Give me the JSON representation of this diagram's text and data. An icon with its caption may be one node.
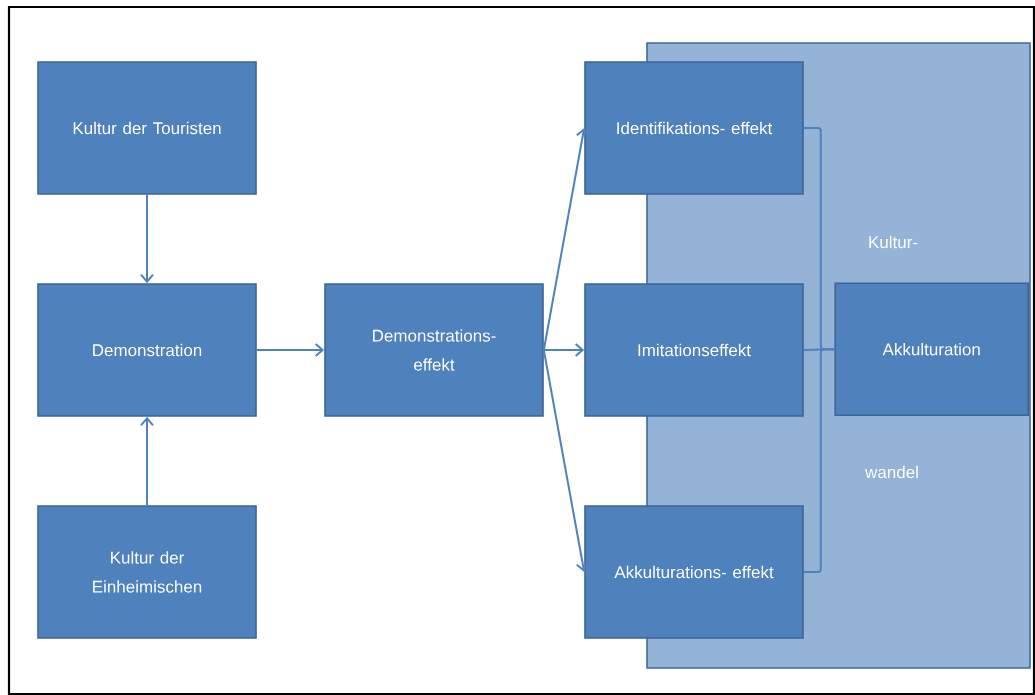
{
  "diagram": {
    "nodes": [
      {
        "text": [
          "Kultur der Touristen"
        ]
      },
      {
        "text": [
          "Demonstration"
        ]
      },
      {
        "text": [
          "Kultur der Einheimischen"
        ]
      },
      {
        "text": [
          "Demonstrations- effekt"
        ]
      },
      {
        "text": [
          "Kultur-",
          "wandel"
        ]
      },
      {
        "text": [
          "Identifikations- effekt"
        ]
      },
      {
        "text": [
          "Imitationseffekt"
        ]
      },
      {
        "text": [
          "Akkulturations- effekt"
        ]
      },
      {
        "text": [
          "Akkulturation"
        ],
        "in": 4
      }
    ],
    "edges": [
      {
        "from": 0,
        "to": 1,
        "arrow": "to"
      },
      {
        "from": 2,
        "to": 1,
        "arrow": "to"
      },
      {
        "from": 1,
        "to": 3,
        "arrow": "to"
      },
      {
        "from": 3,
        "to": 5,
        "arrow": "to"
      },
      {
        "from": 3,
        "to": 6,
        "arrow": "to"
      },
      {
        "from": 3,
        "to": 7,
        "arrow": "to"
      },
      {
        "from": 5,
        "to": 8,
        "arrow": "none"
      },
      {
        "from": 6,
        "to": 8,
        "arrow": "none"
      },
      {
        "from": 7,
        "to": 8,
        "arrow": "none"
      }
    ]
  }
}
